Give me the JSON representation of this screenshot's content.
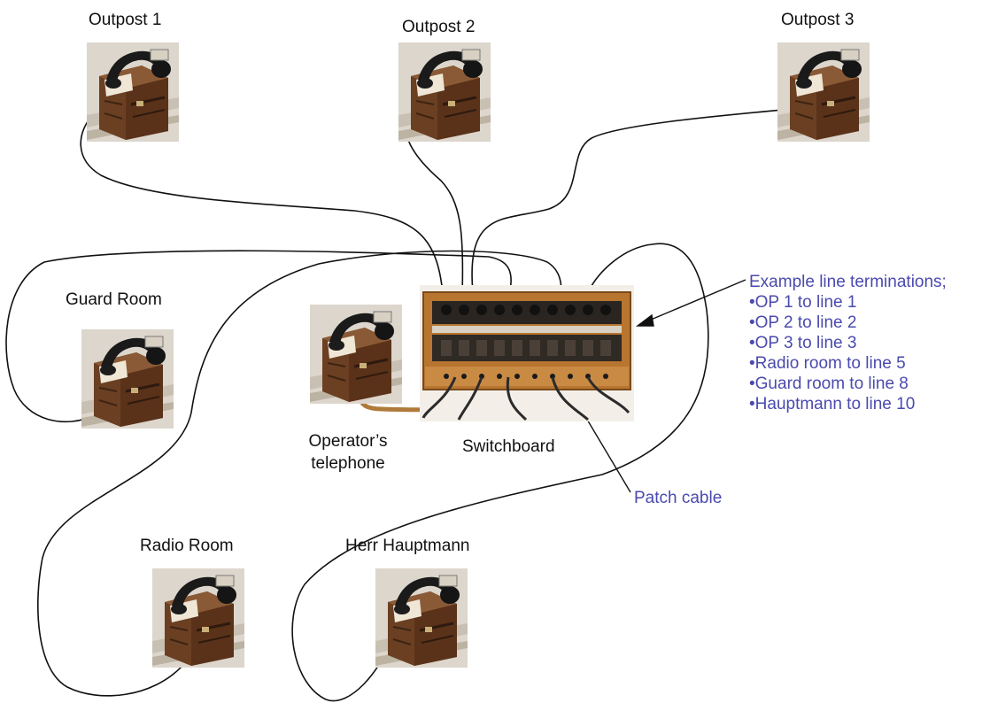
{
  "stations": {
    "outpost1": "Outpost 1",
    "outpost2": "Outpost 2",
    "outpost3": "Outpost 3",
    "guard_room": "Guard Room",
    "radio_room": "Radio Room",
    "hauptmann": "Herr Hauptmann"
  },
  "operator": {
    "line1": "Operator’s",
    "line2": "telephone"
  },
  "switchboard_label": "Switchboard",
  "patch_cable_label": "Patch cable",
  "terminations": {
    "title": "Example line terminations;",
    "items": [
      "•OP 1 to line 1",
      "•OP 2 to line 2",
      "•OP 3 to line 3",
      "•Radio room to line 5",
      "•Guard room to line 8",
      "•Hauptmann to line 10"
    ]
  },
  "colors": {
    "annotation": "#4a4aae",
    "wire": "#111111",
    "patch_cable": "#b07a3a"
  },
  "icons": {
    "field_telephone": "field-telephone-icon",
    "switchboard": "switchboard-image"
  }
}
